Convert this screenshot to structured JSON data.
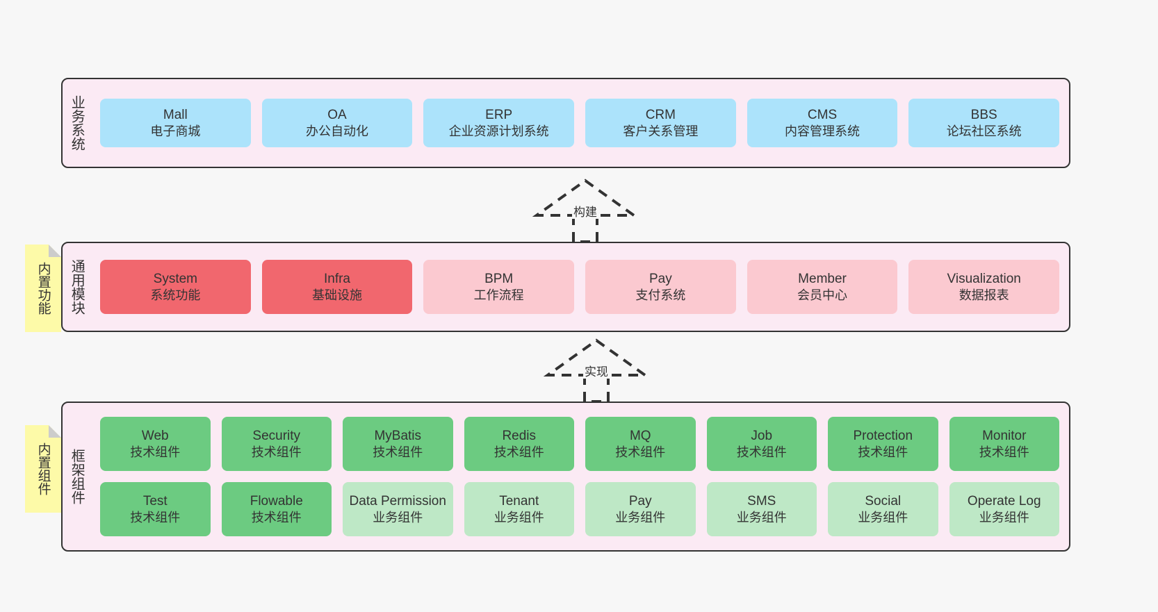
{
  "diagram": {
    "background": "#f7f7f7",
    "layer_fill": "#fbeaf4",
    "layer_border": "#333333",
    "note_fill": "#fdfaa8",
    "note_fold": "#cccccc"
  },
  "notes": [
    {
      "label": "内置功能",
      "name": "note-builtin-functions"
    },
    {
      "label": "内置组件",
      "name": "note-builtin-components"
    }
  ],
  "arrows": [
    {
      "label": "构建",
      "name": "arrow-build",
      "style": "dashed-hollow-generalization"
    },
    {
      "label": "实现",
      "name": "arrow-implement",
      "style": "dashed-hollow-generalization"
    }
  ],
  "layers": [
    {
      "id": "business",
      "title": "业务系统",
      "color": "#ace3fb",
      "rows": [
        {
          "cards": [
            {
              "en": "Mall",
              "cn": "电子商城",
              "color": "blue"
            },
            {
              "en": "OA",
              "cn": "办公自动化",
              "color": "blue"
            },
            {
              "en": "ERP",
              "cn": "企业资源计划系统",
              "color": "blue"
            },
            {
              "en": "CRM",
              "cn": "客户关系管理",
              "color": "blue"
            },
            {
              "en": "CMS",
              "cn": "内容管理系统",
              "color": "blue"
            },
            {
              "en": "BBS",
              "cn": "论坛社区系统",
              "color": "blue"
            }
          ]
        }
      ]
    },
    {
      "id": "modules",
      "title": "通用模块",
      "color": "#fbc9d0",
      "rows": [
        {
          "cards": [
            {
              "en": "System",
              "cn": "系统功能",
              "color": "redd"
            },
            {
              "en": "Infra",
              "cn": "基础设施",
              "color": "redd"
            },
            {
              "en": "BPM",
              "cn": "工作流程",
              "color": "pink"
            },
            {
              "en": "Pay",
              "cn": "支付系统",
              "color": "pink"
            },
            {
              "en": "Member",
              "cn": "会员中心",
              "color": "pink"
            },
            {
              "en": "Visualization",
              "cn": "数据报表",
              "color": "pink"
            }
          ]
        }
      ]
    },
    {
      "id": "frame",
      "title": "框架组件",
      "color": "#6ccb81",
      "rows": [
        {
          "cards": [
            {
              "en": "Web",
              "cn": "技术组件",
              "color": "green"
            },
            {
              "en": "Security",
              "cn": "技术组件",
              "color": "green"
            },
            {
              "en": "MyBatis",
              "cn": "技术组件",
              "color": "green"
            },
            {
              "en": "Redis",
              "cn": "技术组件",
              "color": "green"
            },
            {
              "en": "MQ",
              "cn": "技术组件",
              "color": "green"
            },
            {
              "en": "Job",
              "cn": "技术组件",
              "color": "green"
            },
            {
              "en": "Protection",
              "cn": "技术组件",
              "color": "green"
            },
            {
              "en": "Monitor",
              "cn": "技术组件",
              "color": "green"
            }
          ]
        },
        {
          "cards": [
            {
              "en": "Test",
              "cn": "技术组件",
              "color": "green"
            },
            {
              "en": "Flowable",
              "cn": "技术组件",
              "color": "green"
            },
            {
              "en": "Data Permission",
              "cn": "业务组件",
              "color": "lgreen"
            },
            {
              "en": "Tenant",
              "cn": "业务组件",
              "color": "lgreen"
            },
            {
              "en": "Pay",
              "cn": "业务组件",
              "color": "lgreen"
            },
            {
              "en": "SMS",
              "cn": "业务组件",
              "color": "lgreen"
            },
            {
              "en": "Social",
              "cn": "业务组件",
              "color": "lgreen"
            },
            {
              "en": "Operate Log",
              "cn": "业务组件",
              "color": "lgreen"
            }
          ]
        }
      ]
    }
  ]
}
